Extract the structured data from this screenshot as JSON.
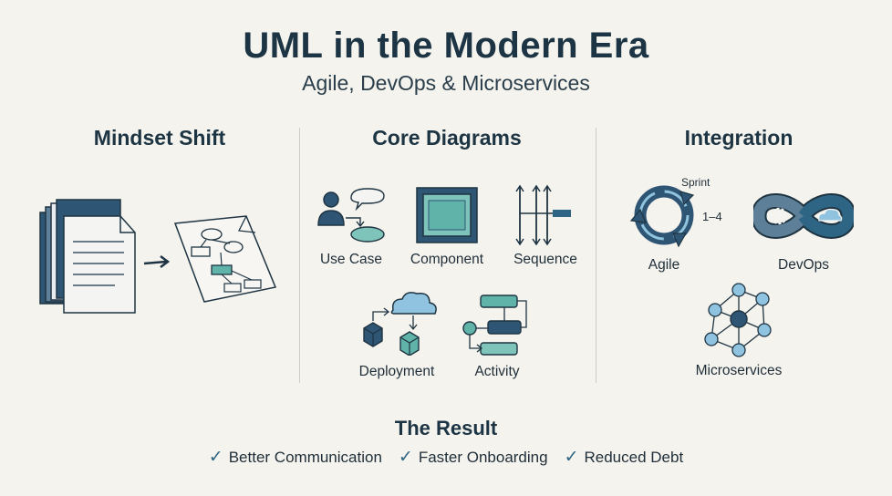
{
  "header": {
    "title": "UML in the Modern Era",
    "subtitle": "Agile, DevOps & Microservices"
  },
  "columns": {
    "mindset": {
      "heading": "Mindset Shift"
    },
    "core": {
      "heading": "Core Diagrams",
      "items": {
        "use_case": "Use Case",
        "component": "Component",
        "sequence": "Sequence",
        "deployment": "Deployment",
        "activity": "Activity"
      }
    },
    "integration": {
      "heading": "Integration",
      "agile": {
        "label": "Agile",
        "sprint": "Sprint",
        "range": "1–4"
      },
      "devops": "DevOps",
      "microservices": "Microservices"
    }
  },
  "result": {
    "title": "The Result",
    "items": [
      "Better Communication",
      "Faster Onboarding",
      "Reduced Debt"
    ]
  },
  "colors": {
    "dark_blue": "#2e5574",
    "teal": "#5fb3a8",
    "light_blue": "#8fc3df",
    "ink": "#1f3442"
  }
}
